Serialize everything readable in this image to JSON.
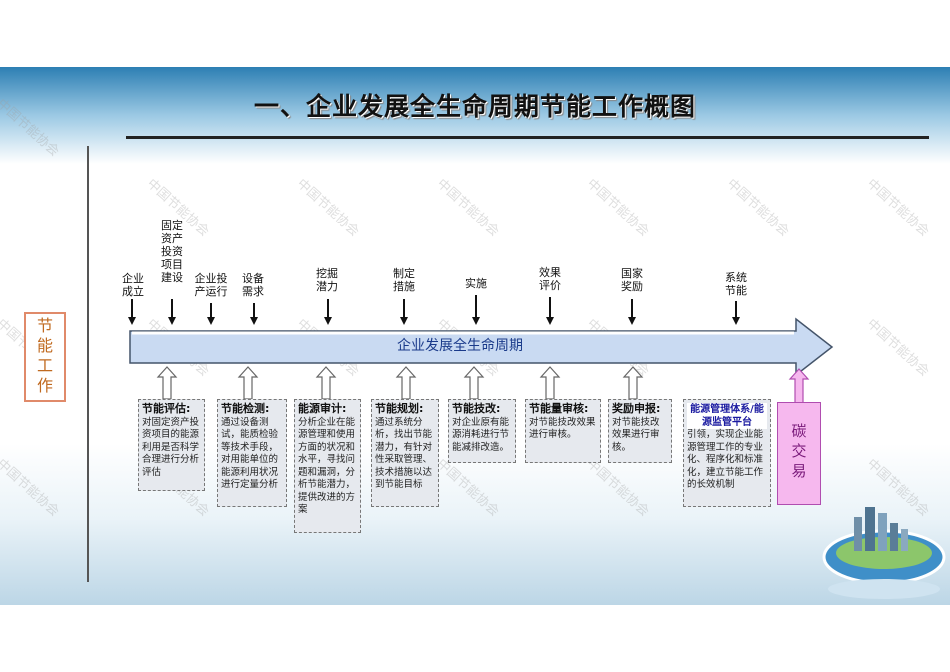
{
  "title": "一、企业发展全生命周期节能工作概图",
  "side_label": "节能工作",
  "lifecycle_label": "企业发展全生命周期",
  "watermark": "中国节能协会",
  "stages": [
    {
      "label": "企业成立"
    },
    {
      "label": "固定资产投资项目建设"
    },
    {
      "label": "企业投产运行"
    },
    {
      "label": "设备需求"
    },
    {
      "label": "挖掘潜力"
    },
    {
      "label": "制定措施"
    },
    {
      "label": "实施"
    },
    {
      "label": "效果评价"
    },
    {
      "label": "国家奖励"
    },
    {
      "label": "系统节能"
    }
  ],
  "boxes": [
    {
      "title": "节能评估:",
      "body": "对固定资产投资项目的能源利用是否科学合理进行分析评估"
    },
    {
      "title": "节能检测:",
      "body": "通过设备测试，能质检验等技术手段，对用能单位的能源利用状况进行定量分析"
    },
    {
      "title": "能源审计:",
      "body": "分析企业在能源管理和使用方面的状况和水平，寻找问题和漏洞，分析节能潜力，提供改进的方案"
    },
    {
      "title": "节能规划:",
      "body": "通过系统分析，找出节能潜力，有针对性采取管理、技术措施以达到节能目标"
    },
    {
      "title": "节能技改:",
      "body": "对企业原有能源消耗进行节能减排改造。"
    },
    {
      "title": "节能量审核:",
      "body": "对节能技改效果进行审核。"
    },
    {
      "title": "奖励申报:",
      "body": "对节能技改效果进行审核。"
    },
    {
      "title": "能源管理体系/能源监管平台",
      "body": "引领，实现企业能源管理工作的专业化、程序化和标准化，建立节能工作的长效机制"
    }
  ],
  "carbon_label": "碳交易",
  "colors": {
    "bar_fill": "#c9daf2",
    "bar_stroke": "#44546a",
    "carbon_fill": "#f6b8ee",
    "highlight_title": "#1a1aa0"
  }
}
